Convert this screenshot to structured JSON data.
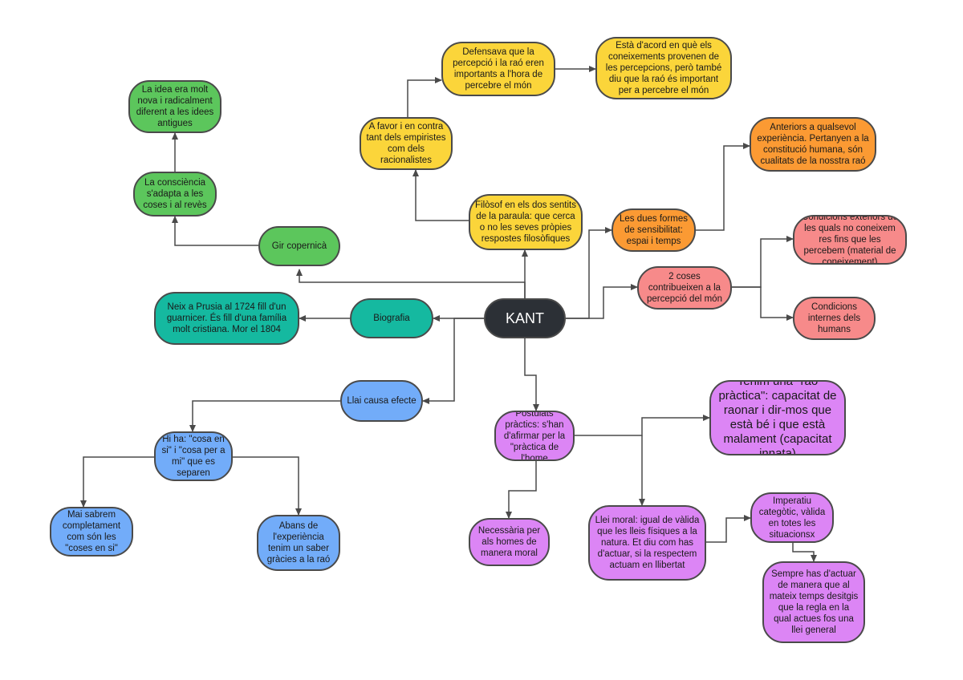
{
  "central": "KANT",
  "nodes": {
    "idea_nova": "La idea era molt nova i radicalment diferent a les idees antigues",
    "consciencia": "La consciència s'adapta a les coses i al revès",
    "gir": "Gir copernicà",
    "a_favor": "A favor i en contra tant dels empiristes com dels racionalistes",
    "defensava": "Defensava que la percepció i la raó eren importants a l'hora de percebre el món",
    "acord": "Està d'acord en què els coneixements provenen de les percepcions, però també diu que la raó és important per a percebre el món",
    "filosof": "Filòsof en els dos sentits de la paraula: que cerca o no les seves pròpies respostes filosòfiques",
    "formes": "Les dues formes de sensibilitat: espai i temps",
    "anteriors": "Anteriors a qualsevol experiència. Pertanyen a la constitució humana, són cualitats de la nosstra raó",
    "condicions_ext": "Condicions exteriors de les quals no coneixem res fins que les percebem (material de coneixement)",
    "dos_coses": "2 coses contribueixen a la percepció del món",
    "condicions_int": "Condicions internes dels humans",
    "neix": "Neix a Prusia al 1724 fill d'un guarnicer. És fill d'una família molt cristiana. Mor el 1804",
    "biografia": "Biografia",
    "llei_causa": "Llai causa efecte",
    "hi_ha": "Hi ha: \"cosa en si\" i \"cosa per a mi\" que es separen",
    "mai": "Mai sabrem completament com són les \"coses en si\"",
    "abans": "Abans de l'experiència tenim un saber gràcies a la raó",
    "postulats": "Postulats pràctics: s'han d'afirmar per la \"pràctica de l'home",
    "necessaria": "Necessària per als homes de manera moral",
    "rao_practica": "Tenim una \"raó pràctica\": capacitat de raonar i dir-mos que està bé i que està malament (capacitat innata)",
    "llei_moral": "Llei moral: igual de vàlida que les lleis físiques a la natura. Et diu com has d'actuar, si la respectem actuam en llibertat",
    "imperatiu": "Imperatiu categòtic, vàlida en totes les situacionsx",
    "sempre": "Sempre has d'actuar de manera que al mateix temps desitgis que la regla en la qual actues fos una llei general"
  },
  "colors": {
    "green": "#5cc65c",
    "yellow": "#fbd53a",
    "orange": "#fb9a33",
    "red": "#f78a8a",
    "teal": "#15b9a0",
    "blue": "#72acf9",
    "purple": "#dc85f5",
    "central": "#2c3036",
    "connector": "#4a4a4a"
  }
}
